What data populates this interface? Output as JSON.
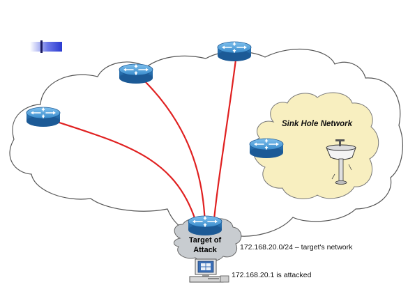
{
  "sinkhole": {
    "title": "Sink Hole Network"
  },
  "target": {
    "line1": "Target of",
    "line2": "Attack"
  },
  "annotations": {
    "network": "172.168.20.0/24 – target's network",
    "attacked": "172.168.20.1 is attacked"
  },
  "icons": {
    "router": "router-icon",
    "computer": "computer-icon",
    "sink": "sink-icon",
    "legend_marker": "legend-marker-icon"
  },
  "colors": {
    "attack_path": "#e02020",
    "router_blue": "#2f7fc0",
    "sinkhole_fill": "#f8efc0",
    "target_cloud": "#c8ccd0",
    "legend_blue": "#2a3ad0"
  }
}
